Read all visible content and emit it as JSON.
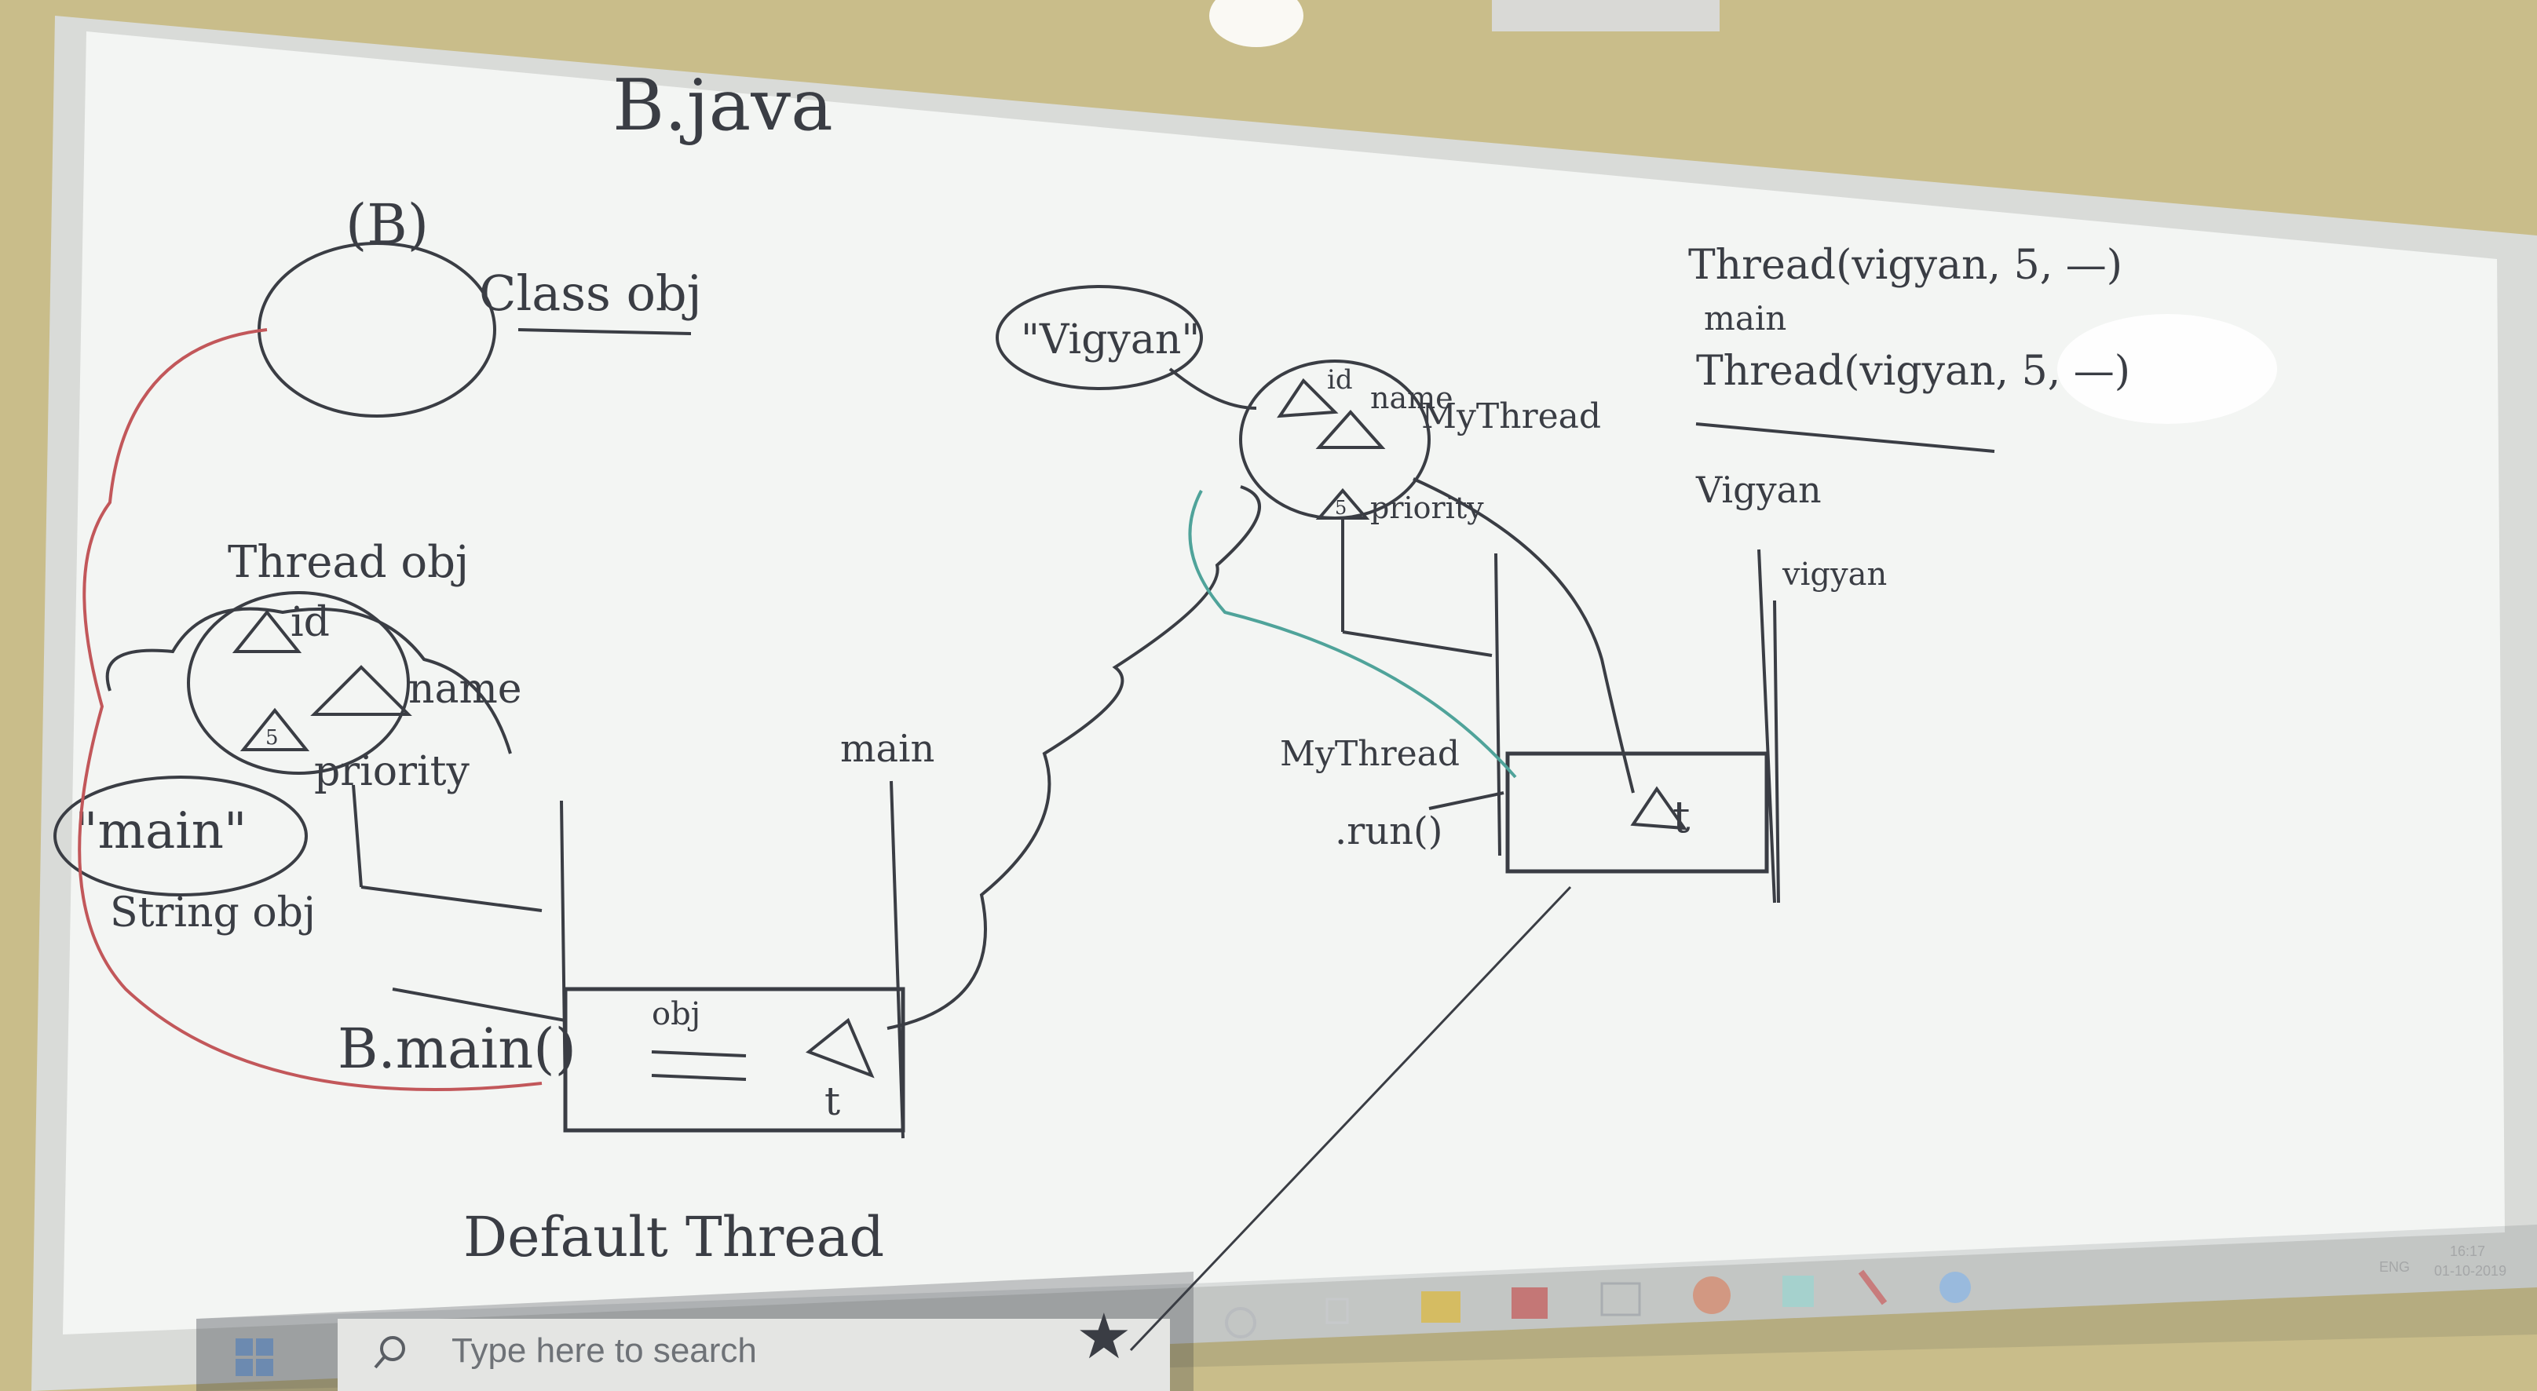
{
  "whiteboard": {
    "title": "B.java",
    "class_obj": {
      "letter": "(B)",
      "label": "Class obj"
    },
    "thread_obj": {
      "label": "Thread obj",
      "fields": [
        "id",
        "name",
        "priority"
      ],
      "priority_value": "5",
      "name_value": "\"main\"",
      "name_type": "String obj"
    },
    "method_frame": {
      "label": "B.main()",
      "items": [
        "obj",
        "t"
      ]
    },
    "default_thread": "Default Thread",
    "main_stack_label": "main",
    "vigyan_literal": "\"Vigyan\"",
    "mythread_obj": {
      "fields": [
        "id",
        "name",
        "priority"
      ],
      "class_label": "MyThread",
      "priority_value": "5"
    },
    "run_frame": {
      "label_line1": "MyThread",
      "label_line2": ".run()",
      "items": [
        "t"
      ]
    },
    "constructor_notes": [
      "Thread(vigyan, 5, —)",
      "main",
      "Thread(vigyan, 5, —)",
      "Vigyan",
      "vigyan"
    ]
  },
  "taskbar": {
    "search_placeholder": "Type here to search",
    "language": "ENG",
    "time": "16:17",
    "date": "01-10-2019"
  },
  "colors": {
    "wall": "#c9bd8a",
    "board": "#f3f5f3",
    "marker": "#3a3d44",
    "red_marker": "#c2575a",
    "teal_marker": "#4fa39a",
    "taskbar": "#2b3037"
  }
}
